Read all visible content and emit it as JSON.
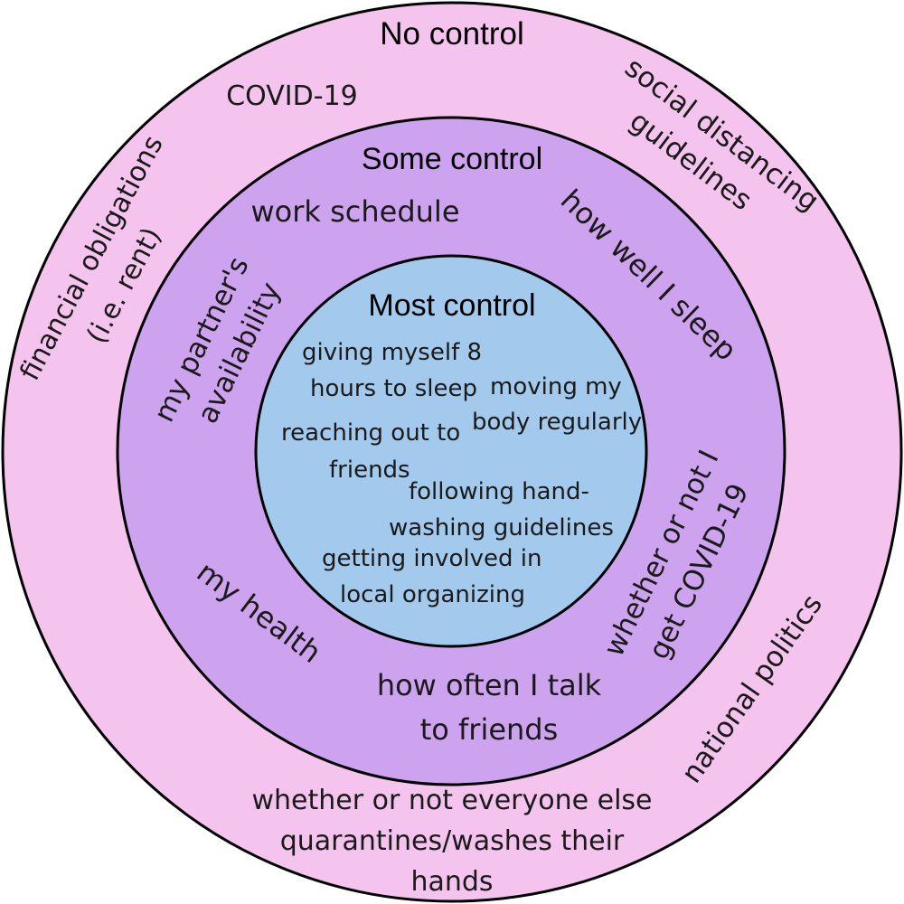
{
  "colors": {
    "outer_ring": "#f4c3ee",
    "middle_ring": "#cda2ee",
    "inner_circle": "#a3c9ec",
    "stroke": "#000000"
  },
  "rings": {
    "no_control": {
      "title": "No control",
      "items": {
        "covid": "COVID-19",
        "social_line1": "social distancing",
        "social_line2": "guidelines",
        "financial_line1": "financial obligations",
        "financial_line2": "(i.e. rent)",
        "politics": "national politics",
        "everyone_line1": "whether or not everyone else",
        "everyone_line2": "quarantines/washes their",
        "everyone_line3": "hands"
      }
    },
    "some_control": {
      "title": "Some control",
      "items": {
        "work": "work schedule",
        "sleep": "how well I sleep",
        "partner_line1": "my partner's",
        "partner_line2": "availability",
        "health": "my health",
        "covid_line1": "whether or not I",
        "covid_line2": "get COVID-19",
        "talk_line1": "how often I talk",
        "talk_line2": "to friends"
      }
    },
    "most_control": {
      "title": "Most control",
      "items": {
        "sleep8_line1": "giving myself 8",
        "sleep8_line2": "hours to sleep",
        "moving_line1": "moving my",
        "moving_line2": "body regularly",
        "reaching_line1": "reaching out to",
        "reaching_line2": "friends",
        "washing_line1": "following hand-",
        "washing_line2": "washing guidelines",
        "organizing_line1": "getting involved in",
        "organizing_line2": "local organizing"
      }
    }
  }
}
